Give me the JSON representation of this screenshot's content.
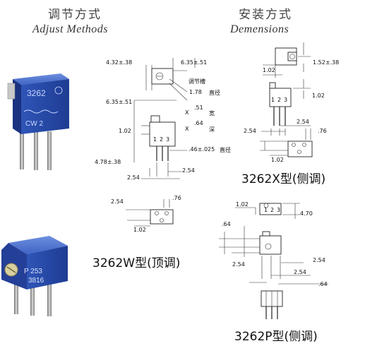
{
  "headings": {
    "adjust_zh": "调节方式",
    "adjust_en": "Adjust Methods",
    "dims_zh": "安装方式",
    "dims_en": "Demensions"
  },
  "photos": {
    "top_body_text": [
      "3262",
      "CW 2"
    ],
    "bottom_body_text": [
      "P 253",
      "3816"
    ]
  },
  "w_drawing": {
    "dims": {
      "d1": "4.32±.38",
      "d2": "6.35±.51",
      "slot_zh": "调节槽",
      "d3": "1.78",
      "d3_zh": "直径",
      "d4": "6.35±.51",
      "x1": "X",
      "x1_val": ".51",
      "x1_zh": "宽",
      "x2": "X",
      "x2_val": ".64",
      "x2_zh": "深",
      "d5": "1.02",
      "pins": [
        "1",
        "2",
        "3"
      ],
      "d6": ".46±.025",
      "d6_zh": "直径",
      "d7": "4.78±.38",
      "d8": "2.54",
      "d9": "2.54"
    },
    "bottom": {
      "d1": "2.54",
      "d2": ".76",
      "d3": "1.02"
    },
    "model": "3262W型(顶调)"
  },
  "x_drawing": {
    "dims": {
      "d1": "1.02",
      "d2": "1.52±.38",
      "pins": [
        "1",
        "2",
        "3"
      ],
      "d3": "1.02",
      "d4": "2.54",
      "d5": "2.54",
      "d6": ".76",
      "d7": "1.02"
    },
    "model": "3262X型(侧调)"
  },
  "p_drawing": {
    "dims": {
      "d1": "1.02",
      "pins": [
        "1",
        "2",
        "3"
      ],
      "d2": "4.70",
      "d3": ".64",
      "d4": "2.54",
      "d5": "2.54",
      "d6": "2.54",
      "d7": ".64"
    },
    "model": "3262P型(侧调)"
  }
}
